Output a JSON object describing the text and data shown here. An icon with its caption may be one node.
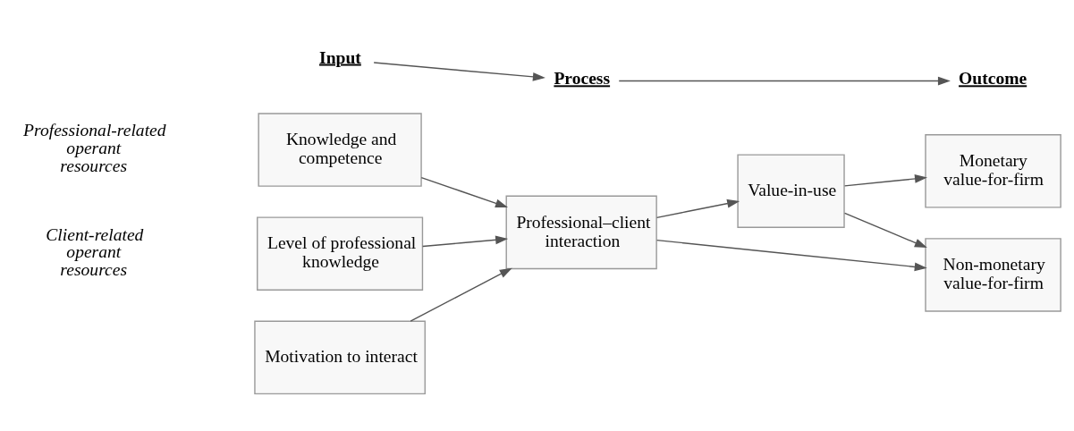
{
  "diagram": {
    "nodes": [
      {
        "text": [
          "Input"
        ]
      },
      {
        "text": [
          "Process"
        ]
      },
      {
        "text": [
          "Outcome"
        ]
      },
      {
        "text": [
          "Monetary value-for-firm"
        ]
      },
      {
        "text": [
          "Knowledge and competence"
        ]
      },
      {
        "text": [
          "Professional–client interaction"
        ]
      },
      {
        "text": [
          "Value-in-use"
        ]
      },
      {
        "text": [
          "Level of professional knowledge"
        ]
      },
      {
        "text": [
          "Non-monetary value-for-firm"
        ]
      },
      {
        "text": [
          "Motivation to interact"
        ]
      }
    ],
    "edges": [
      {
        "from": 0,
        "to": 1,
        "arrow": "to"
      },
      {
        "from": 1,
        "to": 2,
        "arrow": "to"
      },
      {
        "from": 4,
        "to": 5,
        "arrow": "to"
      },
      {
        "from": 7,
        "to": 5,
        "arrow": "to"
      },
      {
        "from": 9,
        "to": 5,
        "arrow": "to"
      },
      {
        "from": 5,
        "to": 6,
        "arrow": "to"
      },
      {
        "from": 6,
        "to": 3,
        "arrow": "to"
      },
      {
        "from": 6,
        "to": 8,
        "arrow": "to"
      },
      {
        "from": 5,
        "to": 8,
        "arrow": "to"
      }
    ],
    "labels": [
      "Professional-related operant resources",
      "Client-related operant resources"
    ]
  }
}
